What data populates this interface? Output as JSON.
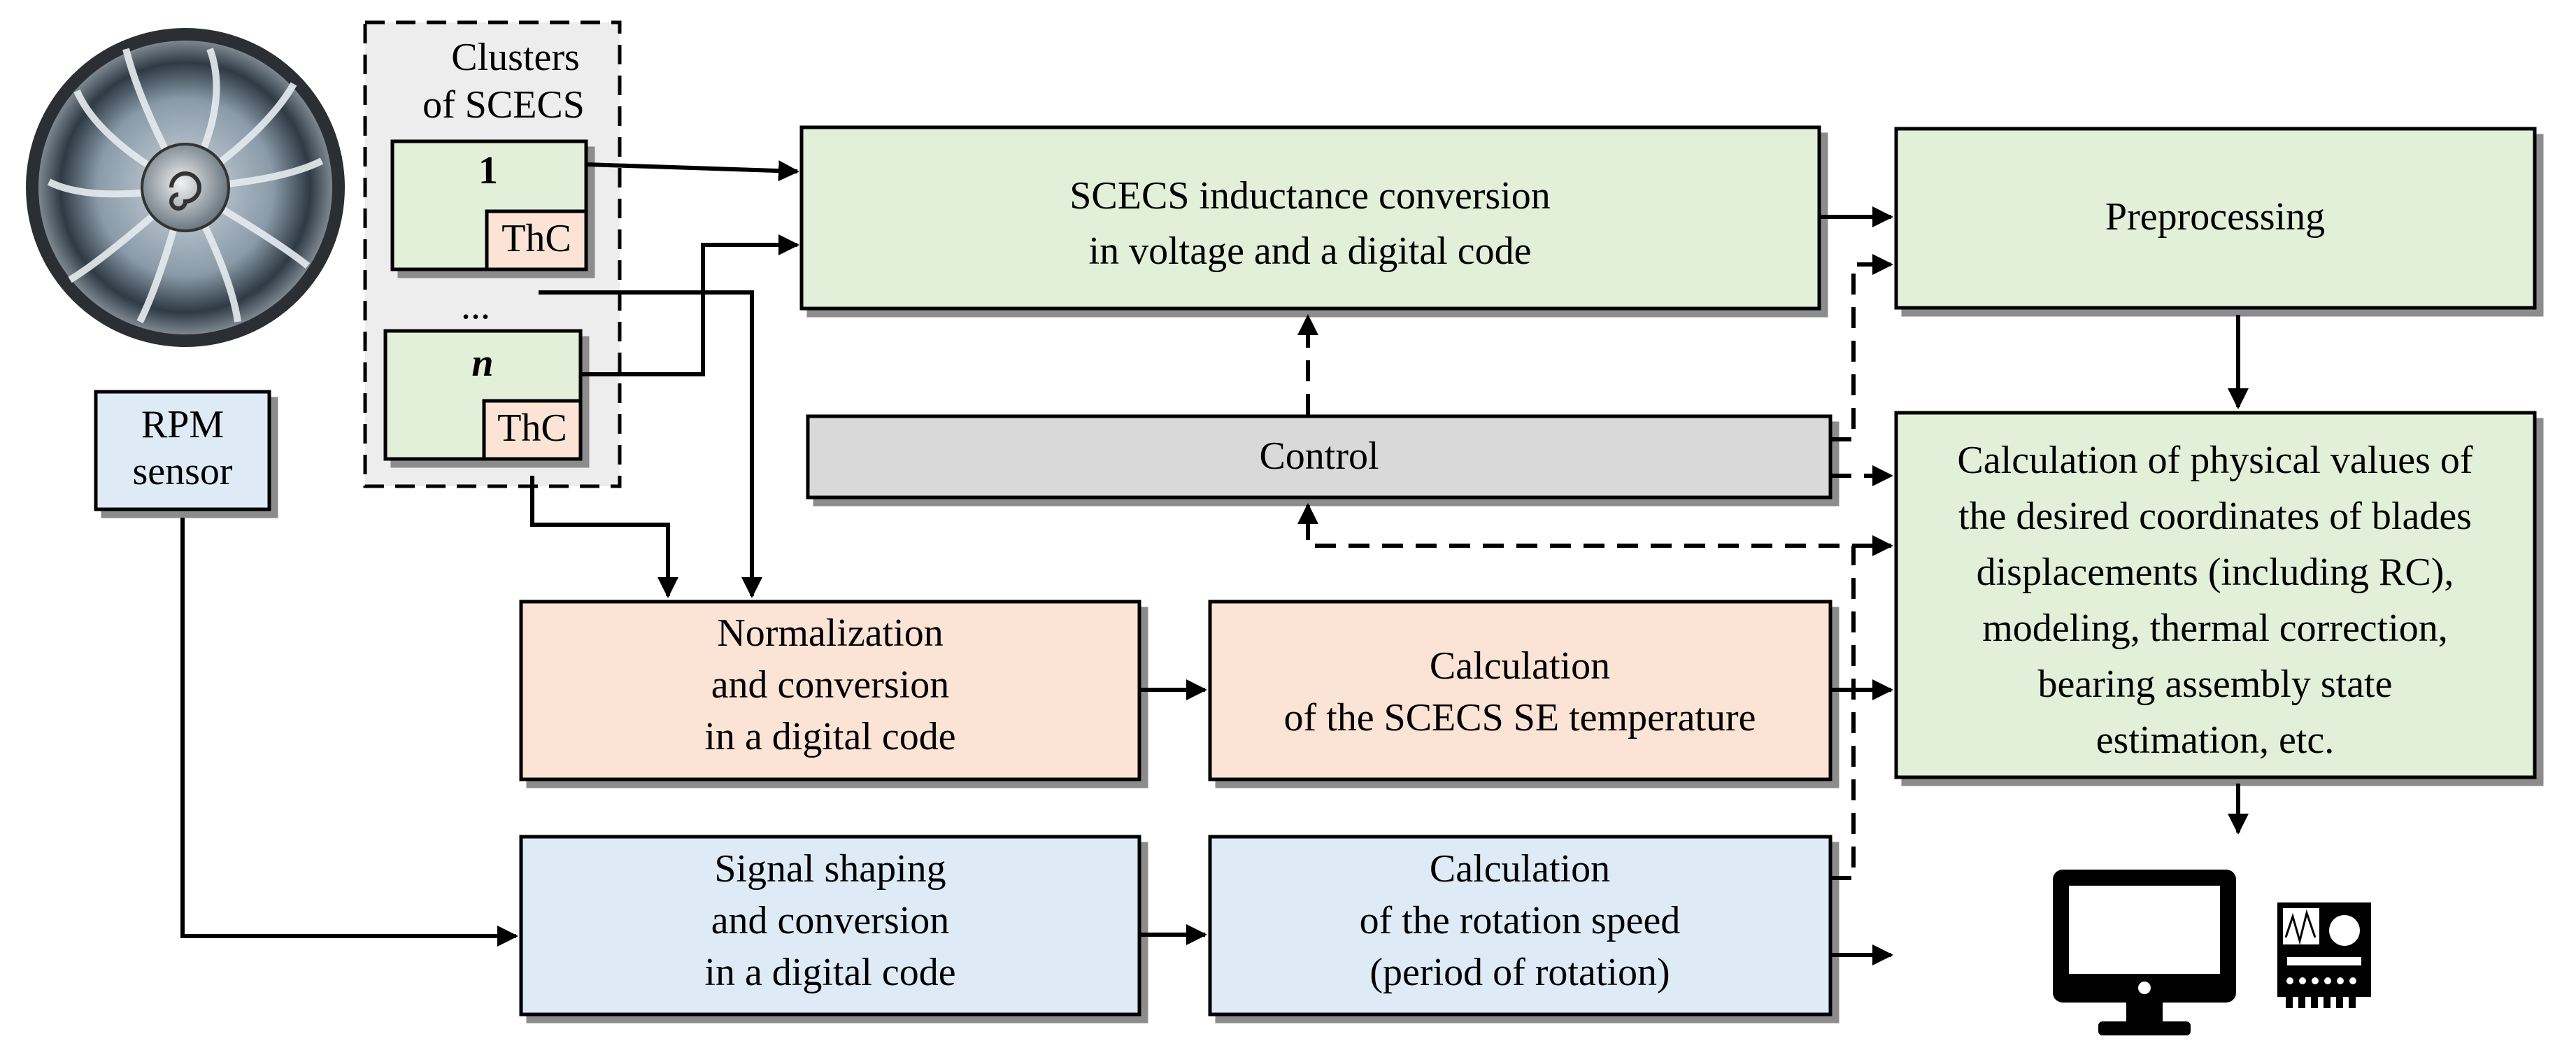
{
  "clusters": {
    "title_line1": "Clusters",
    "title_line2": "of SCECS",
    "cluster1_label": "1",
    "ellipsis": "...",
    "clusterN_label": "n",
    "thc_label": "ThC"
  },
  "rpm_sensor": {
    "line1": "RPM",
    "line2": "sensor"
  },
  "inductance": {
    "line1": "SCECS inductance conversion",
    "line2": "in voltage and a digital code"
  },
  "preprocessing": {
    "label": "Preprocessing"
  },
  "control": {
    "label": "Control"
  },
  "calc_physical": {
    "line1": "Calculation of physical values of",
    "line2": "the desired coordinates of blades",
    "line3": "displacements (including RC),",
    "line4": "modeling, thermal correction,",
    "line5": "bearing assembly state",
    "line6": "estimation, etc."
  },
  "normalization": {
    "line1": "Normalization",
    "line2": "and conversion",
    "line3": "in a digital code"
  },
  "calc_temperature": {
    "line1": "Calculation",
    "line2": "of the SCECS SE temperature"
  },
  "signal_shaping": {
    "line1": "Signal shaping",
    "line2": "and conversion",
    "line3": "in a digital code"
  },
  "calc_rotation": {
    "line1": "Calculation",
    "line2": "of the rotation speed",
    "line3": "(period of rotation)"
  },
  "icons": {
    "engine": "turbofan-engine-icon",
    "monitor": "monitor-icon",
    "device": "control-device-icon"
  },
  "colors": {
    "green": "#e2efd9",
    "peach": "#fbe4d5",
    "blue": "#deeaf6",
    "gray": "#d9d9d9",
    "cluster_bg": "#ededed"
  }
}
